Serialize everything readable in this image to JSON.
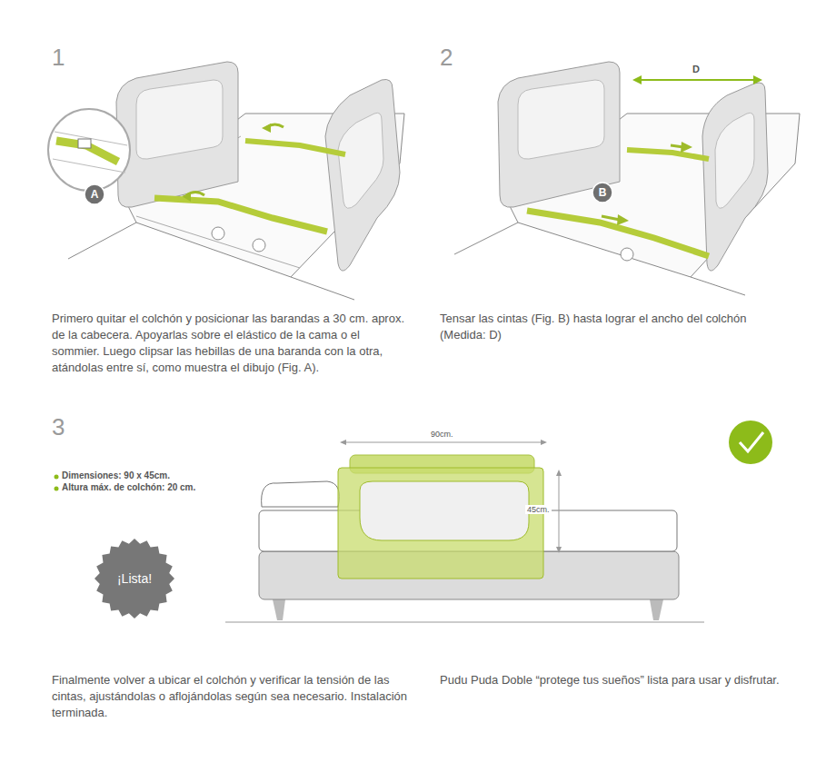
{
  "diagram": {
    "nodes": [
      {
        "text": [
          "A"
        ]
      },
      {
        "text": [
          "B"
        ]
      },
      {
        "text": [
          "¡Lista!"
        ]
      }
    ],
    "labels": [
      "1",
      "Primero quitar el colchón y posicionar las barandas a 30 cm. aprox. de la cabecera. Apoyarlas sobre el elástico de la cama o el sommier. Luego clipsar las hebillas de una baranda con la otra, atándolas entre sí, como muestra el dibujo (Fig. A).",
      "2",
      "D",
      "Tensar las cintas (Fig. B) hasta lograr el ancho del colchón (Medida: D)",
      "3",
      "90cm.",
      "45cm.",
      "Dimensiones: 90 x 45cm.",
      "Altura máx. de colchón: 20 cm.",
      "Finalmente volver a ubicar el colchón y verificar la tensión de las cintas, ajustándolas o aflojándolas según sea necesario. Instalación terminada.",
      "Pudu Puda Doble “protege tus sueños” lista para usar y disfrutar."
    ]
  }
}
